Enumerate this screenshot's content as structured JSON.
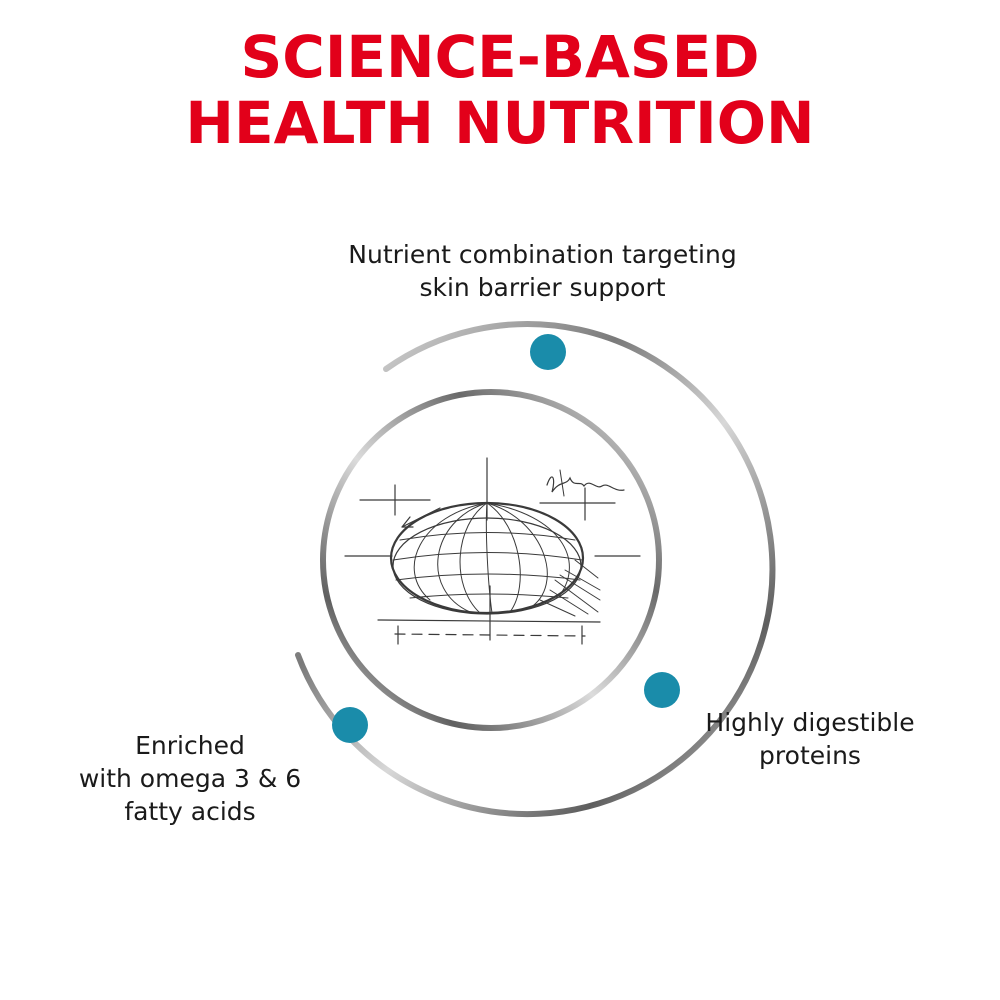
{
  "headline": {
    "line1": "SCIENCE-BASED",
    "line2": "HEALTH NUTRITION",
    "color": "#e2001a"
  },
  "callouts": {
    "top": {
      "line1": "Nutrient combination targeting",
      "line2": "skin barrier support"
    },
    "right": {
      "line1": "Highly digestible",
      "line2": "proteins"
    },
    "left": {
      "line1": "Enriched",
      "line2": "with omega 3 & 6",
      "line3": "fatty acids"
    }
  },
  "colors": {
    "accent_dot": "#1a8caa",
    "ring_dark": "#6d6d6d",
    "ring_light": "#e8e8e8"
  },
  "icons": {
    "center_illustration": "kibble-sketch-icon",
    "marker": "teal-dot-icon"
  }
}
